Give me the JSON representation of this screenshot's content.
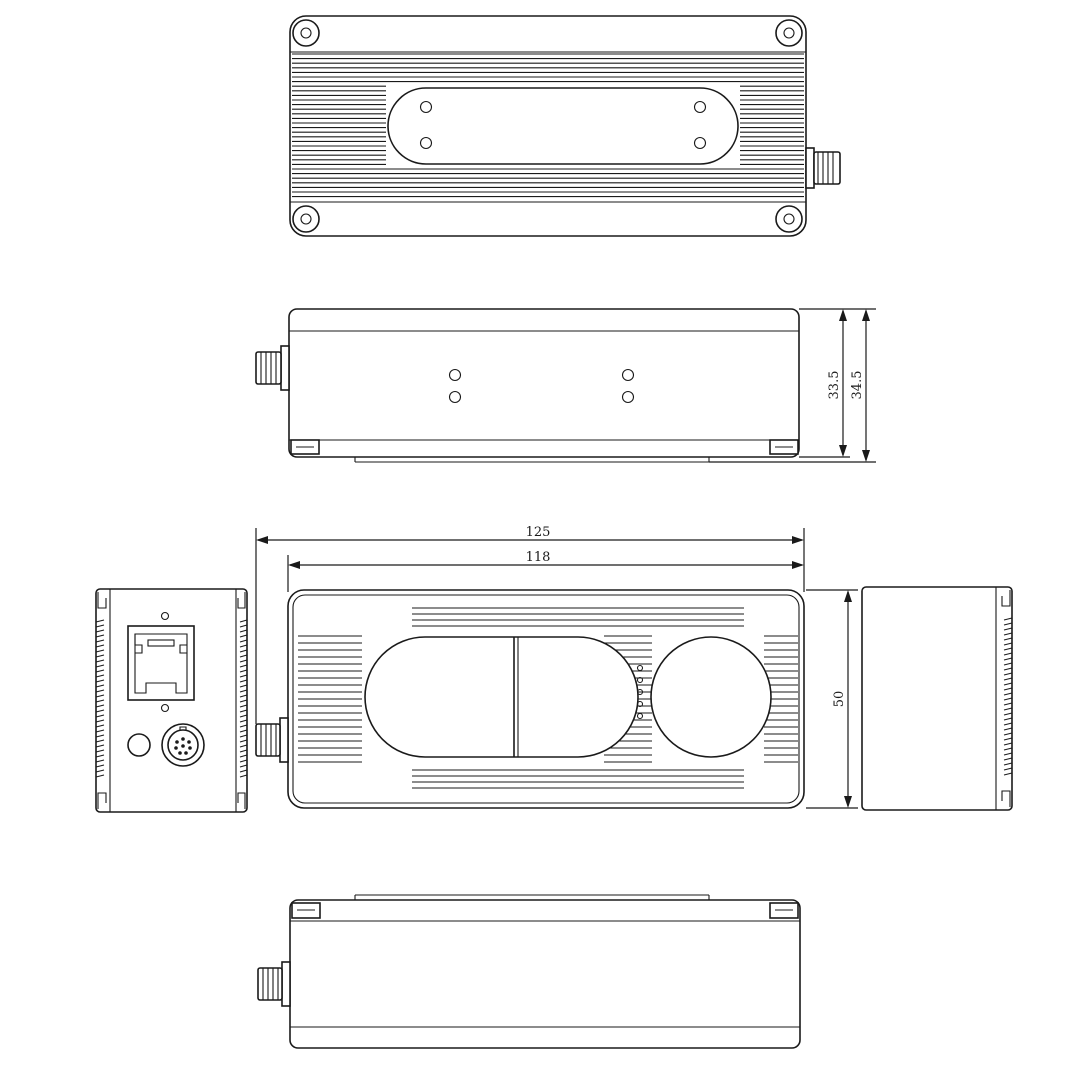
{
  "dimensions": {
    "total_length": "125",
    "body_length": "118",
    "height_body": "33.5",
    "height_total": "34.5",
    "width": "50"
  },
  "colors": {
    "line": "#1a1a1a",
    "background": "#ffffff"
  },
  "icons": {
    "rj45_port": "ethernet-port-icon",
    "aviation_connector": "round-connector-icon",
    "antenna_connector": "sma-connector-icon",
    "indicator": "led-icon"
  }
}
